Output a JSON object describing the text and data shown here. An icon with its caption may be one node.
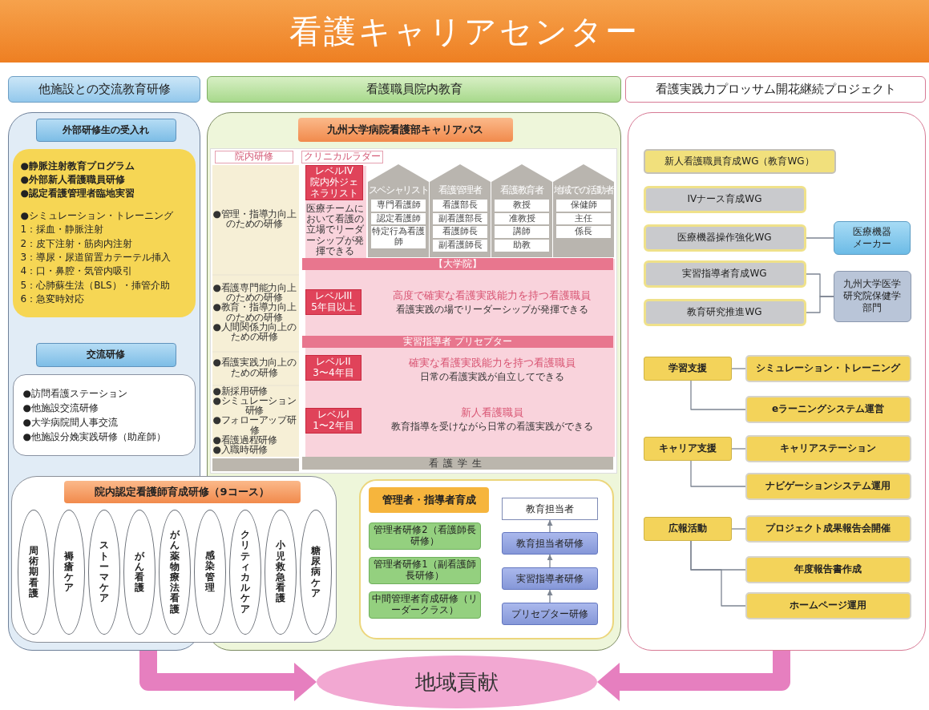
{
  "diagram": {
    "title": "看護キャリアセンター",
    "nodes": [
      {
        "text": [
          "他施設との交流教育研修"
        ]
      },
      {
        "text": [],
        "shape": "box"
      },
      {
        "text": [
          "外部研修生の受入れ"
        ],
        "in": 1
      },
      {
        "text": [
          "●静脈注射教育プログラム",
          "●外部新人看護職員研修",
          "●認定看護管理者臨地実習",
          "●シミュレーション・トレーニング",
          "1：採血・静脈注射",
          "2：皮下注射・筋肉内注射",
          "3：導尿・尿道留置カテーテル挿入",
          "4：口・鼻腔・気管内吸引",
          "5：心肺蘇生法（BLS）・挿管介助",
          "6：急変時対応"
        ],
        "in": 1
      },
      {
        "text": [
          "交流研修"
        ],
        "in": 1
      },
      {
        "text": [
          "●訪問看護ステーション",
          "●他施設交流研修",
          "●大学病院間人事交流",
          "●他施設分娩実践研修（助産師）"
        ],
        "in": 1
      },
      {
        "text": [
          "看護職員院内教育"
        ]
      },
      {
        "text": [],
        "shape": "box"
      },
      {
        "text": [
          "九州大学病院看護部キャリアパス"
        ],
        "in": 7
      },
      {
        "text": [],
        "shape": "box",
        "in": 7
      },
      {
        "text": [
          "レベルIV",
          "院内外ジェネラリスト"
        ],
        "in": 9,
        "beside": [
          "医療チームにおいて看護の立場でリーダーシップが発揮できる"
        ]
      },
      {
        "text": [
          "スペシャリスト",
          "専門看護師",
          "認定看護師",
          "特定行為看護師"
        ],
        "in": 9
      },
      {
        "text": [
          "看護管理者",
          "看護部長",
          "副看護部長",
          "看護師長",
          "副看護師長"
        ],
        "in": 9
      },
      {
        "text": [
          "看護教育者",
          "教授",
          "准教授",
          "講師",
          "助教"
        ],
        "in": 9
      },
      {
        "text": [
          "地域での活動者",
          "保健師",
          "主任",
          "係長"
        ],
        "in": 9
      },
      {
        "text": [
          "【大学院】"
        ],
        "in": 9
      },
      {
        "text": [
          "レベルIII",
          "5年目以上"
        ],
        "in": 9,
        "beside": [
          "高度で確実な看護実践能力を持つ看護職員",
          "看護実践の場でリーダーシップが発揮できる"
        ]
      },
      {
        "text": [
          "実習指導者 プリセプター"
        ],
        "in": 9
      },
      {
        "text": [
          "レベルII",
          "3〜4年目"
        ],
        "in": 9,
        "beside": [
          "確実な看護実践能力を持つ看護職員",
          "日常の看護実践が自立してできる"
        ]
      },
      {
        "text": [
          "レベルI",
          "1〜2年目"
        ],
        "in": 9,
        "beside": [
          "新人看護職員",
          "教育指導を受けながら日常の看護実践ができる"
        ]
      },
      {
        "text": [
          "看護学生"
        ],
        "in": 9
      },
      {
        "text": [],
        "shape": "box",
        "in": 7
      },
      {
        "text": [
          "管理者・指導者育成"
        ],
        "in": 21
      },
      {
        "text": [
          "管理者研修2（看護師長研修）"
        ],
        "in": 21
      },
      {
        "text": [
          "管理者研修1（副看護師長研修）"
        ],
        "in": 21
      },
      {
        "text": [
          "中間管理者育成研修（リーダークラス）"
        ],
        "in": 21
      },
      {
        "text": [
          "教育担当者"
        ],
        "in": 21
      },
      {
        "text": [
          "教育担当者研修"
        ],
        "in": 21
      },
      {
        "text": [
          "実習指導者研修"
        ],
        "in": 21
      },
      {
        "text": [
          "プリセプター研修"
        ],
        "in": 21
      },
      {
        "text": [],
        "shape": "box"
      },
      {
        "text": [
          "院内認定看護師育成研修（9コース）"
        ],
        "in": 30
      },
      {
        "text": [
          "周術期看護"
        ]
      },
      {
        "text": [
          "褥瘡ケア"
        ]
      },
      {
        "text": [
          "ストーマケア"
        ]
      },
      {
        "text": [
          "がん看護"
        ]
      },
      {
        "text": [
          "がん薬物療法看護"
        ]
      },
      {
        "text": [
          "感染管理"
        ],
        "in": 30
      },
      {
        "text": [
          "クリティカルケア"
        ]
      },
      {
        "text": [
          "小児救急看護"
        ]
      },
      {
        "text": [
          "糖尿病ケア"
        ]
      },
      {
        "text": [
          "看護実践力プロッサム開花継続プロジェクト"
        ]
      },
      {
        "text": [],
        "shape": "box"
      },
      {
        "text": [
          "新人看護職員育成WG（教育WG）"
        ],
        "in": 42
      },
      {
        "text": [
          "IVナース育成WG"
        ],
        "in": 42
      },
      {
        "text": [
          "医療機器操作強化WG"
        ],
        "in": 42
      },
      {
        "text": [
          "医療機器メーカー"
        ],
        "in": 42
      },
      {
        "text": [
          "実習指導者育成WG"
        ],
        "in": 42
      },
      {
        "text": [
          "九州大学医学研究院保健学部門"
        ],
        "in": 42
      },
      {
        "text": [
          "教育研究推進WG"
        ],
        "in": 42
      },
      {
        "text": [
          "学習支援"
        ],
        "in": 42
      },
      {
        "text": [
          "シミュレーション・トレーニング"
        ],
        "in": 42
      },
      {
        "text": [
          "eラーニングシステム運営"
        ],
        "in": 42
      },
      {
        "text": [
          "キャリア支援"
        ],
        "in": 42
      },
      {
        "text": [
          "キャリアステーション"
        ],
        "in": 42
      },
      {
        "text": [
          "ナビゲーションシステム運用"
        ],
        "in": 42
      },
      {
        "text": [
          "広報活動"
        ],
        "in": 42
      },
      {
        "text": [
          "プロジェクト成果報告会開催"
        ],
        "in": 42
      },
      {
        "text": [
          "年度報告書作成"
        ],
        "in": 42
      },
      {
        "text": [
          "ホームページ運用"
        ],
        "in": 42
      },
      {
        "text": [
          "地域貢献"
        ]
      }
    ],
    "edges": [
      {
        "from": 1,
        "to": 60,
        "arrow": "to",
        "style": "thick",
        "color": "#e67fbf"
      },
      {
        "from": 42,
        "to": 60,
        "arrow": "to",
        "style": "thick",
        "color": "#e67fbf"
      },
      {
        "from": 29,
        "to": 28,
        "arrow": "to"
      },
      {
        "from": 28,
        "to": 27,
        "arrow": "to"
      },
      {
        "from": 27,
        "to": 26,
        "arrow": "to"
      },
      {
        "from": 45,
        "to": 46,
        "arrow": "none"
      },
      {
        "from": 47,
        "to": 48,
        "arrow": "none"
      },
      {
        "from": 49,
        "to": 48,
        "arrow": "none"
      },
      {
        "from": 50,
        "to": 51,
        "arrow": "none"
      },
      {
        "from": 50,
        "to": 52,
        "arrow": "none"
      },
      {
        "from": 53,
        "to": 54,
        "arrow": "none"
      },
      {
        "from": 53,
        "to": 55,
        "arrow": "none"
      },
      {
        "from": 56,
        "to": 57,
        "arrow": "none"
      },
      {
        "from": 56,
        "to": 58,
        "arrow": "none"
      },
      {
        "from": 56,
        "to": 59,
        "arrow": "none"
      }
    ],
    "labels": [
      "院内研修",
      "クリニカルラダー",
      "●管理・指導力向上のための研修",
      "●看護専門能力向上のための研修",
      "●教育・指導力向上のための研修",
      "●人間関係力向上のための研修",
      "●看護実践力向上のための研修",
      "●新採用研修",
      "●シミュレーション研修",
      "●フォローアップ研修",
      "●看護過程研修",
      "●入職時研修"
    ]
  }
}
